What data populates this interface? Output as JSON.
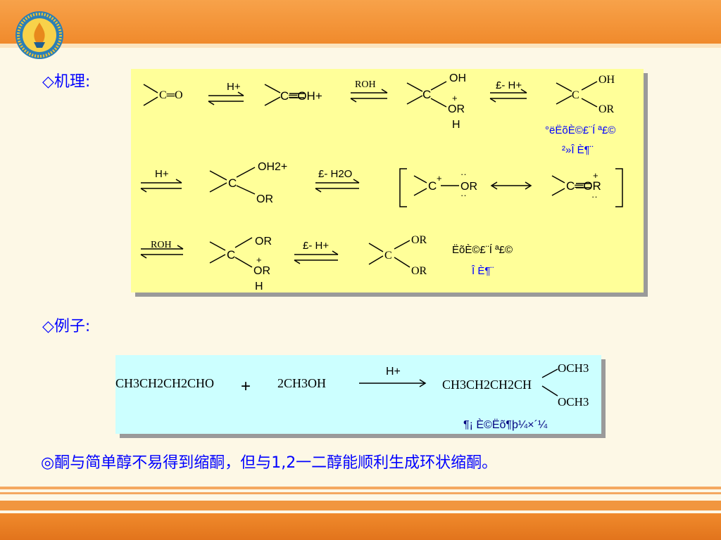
{
  "slide": {
    "mechanism_heading": "◇机理:",
    "example_heading": "◇例子:",
    "note": "◎酮与简单醇不易得到缩酮，但与1,2一二醇能顺利生成环状缩酮。"
  },
  "mechanism": {
    "row1": {
      "carbonyl": "C═O",
      "h_plus": "H+",
      "protonated": "C═OH+",
      "roh": "ROH",
      "oh_top": "OH",
      "or_plus": "+",
      "or_bottom": "OR",
      "or_h": "H",
      "minus_h": "£- H+",
      "hemiacetal_c": "C",
      "hemi_oh": "OH",
      "hemi_or": "OR",
      "hemiacetal_label_1": "°ëËõÈ©£¨Í ª£©",
      "hemiacetal_label_2": "²»Î È¶¨"
    },
    "row2": {
      "h_plus": "H+",
      "oh2_plus": "OH2+",
      "c": "C",
      "or": "OR",
      "minus_h2o": "£-  H2O",
      "cation_or": "OR",
      "oxonium_or": "C═OR"
    },
    "row3": {
      "roh": "ROH",
      "or_top": "OR",
      "or_bottom": "OR",
      "h": "H",
      "minus_h": "£- H+",
      "acetal_or_top": "OR",
      "acetal_or_bottom": "OR",
      "acetal_label_1": "ËõÈ©£¨Í ª£©",
      "acetal_label_2": "Î È¶¨"
    }
  },
  "example": {
    "reactant": "CH3CH2CH2CHO",
    "plus": "+",
    "alcohol": "2CH3OH",
    "catalyst": "H+",
    "product_chain": "CH3CH2CH2CH",
    "product_och3_top": "OCH3",
    "product_och3_bottom": "OCH3",
    "product_label": "¶¡ È©Ëõ¶þ¼×´¼"
  },
  "colors": {
    "heading": "#0000ff",
    "panel_yellow": "#ffff99",
    "panel_cyan": "#ccffff",
    "band_orange": "#f08a2c",
    "background": "#fdf8e6"
  }
}
